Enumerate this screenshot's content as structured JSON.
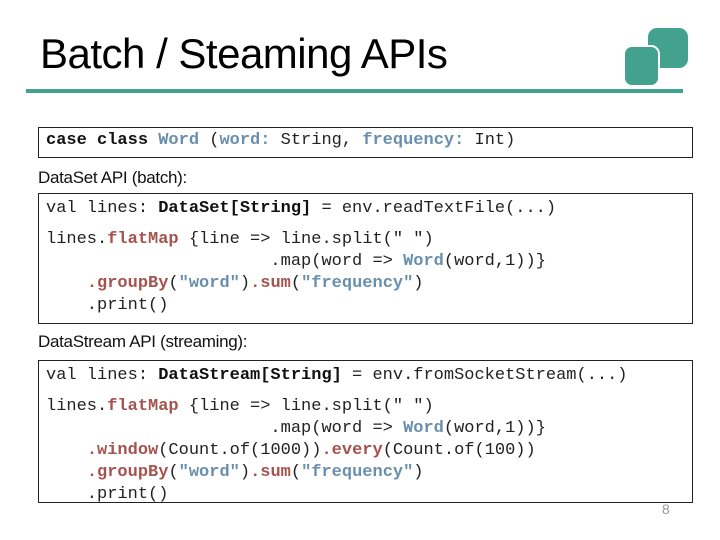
{
  "slide": {
    "title": "Batch / Steaming APIs",
    "page_number": "8",
    "accent_color": "#42a28d"
  },
  "labels": {
    "batch": "DataSet API (batch):",
    "streaming": "DataStream API (streaming):"
  },
  "code_colors": {
    "plain": "#222222",
    "keyword_bold": "#111111",
    "method_red": "#a5534f",
    "field_blue": "#6a8fae"
  },
  "code_blocks": {
    "case_class": {
      "lines": [
        [
          {
            "t": "case class ",
            "c": "k"
          },
          {
            "t": "Word ",
            "c": "b"
          },
          {
            "t": "(",
            "c": "p"
          },
          {
            "t": "word:",
            "c": "b"
          },
          {
            "t": " String, ",
            "c": "p"
          },
          {
            "t": "frequency:",
            "c": "b"
          },
          {
            "t": " Int)",
            "c": "p"
          }
        ]
      ]
    },
    "batch": {
      "lines": [
        [
          {
            "t": "val lines: ",
            "c": "p"
          },
          {
            "t": "DataSet[String]",
            "c": "t"
          },
          {
            "t": " = env.readTextFile(...)",
            "c": "p"
          }
        ],
        [],
        [
          {
            "t": "lines.",
            "c": "p"
          },
          {
            "t": "flatMap",
            "c": "m"
          },
          {
            "t": " {line => line.split(\" \")",
            "c": "p"
          }
        ],
        [
          {
            "t": "                      .map(word => ",
            "c": "p"
          },
          {
            "t": "Word",
            "c": "b"
          },
          {
            "t": "(word,1))}",
            "c": "p"
          }
        ],
        [
          {
            "t": "    ",
            "c": "p"
          },
          {
            "t": ".groupBy",
            "c": "m"
          },
          {
            "t": "(",
            "c": "p"
          },
          {
            "t": "\"word\"",
            "c": "b"
          },
          {
            "t": ")",
            "c": "p"
          },
          {
            "t": ".sum",
            "c": "m"
          },
          {
            "t": "(",
            "c": "p"
          },
          {
            "t": "\"frequency\"",
            "c": "b"
          },
          {
            "t": ")",
            "c": "p"
          }
        ],
        [
          {
            "t": "    .print()",
            "c": "p"
          }
        ]
      ]
    },
    "streaming": {
      "lines": [
        [
          {
            "t": "val lines: ",
            "c": "p"
          },
          {
            "t": "DataStream[String]",
            "c": "t"
          },
          {
            "t": " = env.fromSocketStream(...)",
            "c": "p"
          }
        ],
        [],
        [
          {
            "t": "lines.",
            "c": "p"
          },
          {
            "t": "flatMap",
            "c": "m"
          },
          {
            "t": " {line => line.split(\" \")",
            "c": "p"
          }
        ],
        [
          {
            "t": "                      .map(word => ",
            "c": "p"
          },
          {
            "t": "Word",
            "c": "b"
          },
          {
            "t": "(word,1))}",
            "c": "p"
          }
        ],
        [
          {
            "t": "    ",
            "c": "p"
          },
          {
            "t": ".window",
            "c": "m"
          },
          {
            "t": "(Count.of(1000))",
            "c": "p"
          },
          {
            "t": ".every",
            "c": "m"
          },
          {
            "t": "(Count.of(100))",
            "c": "p"
          }
        ],
        [
          {
            "t": "    ",
            "c": "p"
          },
          {
            "t": ".groupBy",
            "c": "m"
          },
          {
            "t": "(",
            "c": "p"
          },
          {
            "t": "\"word\"",
            "c": "b"
          },
          {
            "t": ")",
            "c": "p"
          },
          {
            "t": ".sum",
            "c": "m"
          },
          {
            "t": "(",
            "c": "p"
          },
          {
            "t": "\"frequency\"",
            "c": "b"
          },
          {
            "t": ")",
            "c": "p"
          }
        ],
        [
          {
            "t": "    .print()",
            "c": "p"
          }
        ]
      ]
    }
  }
}
